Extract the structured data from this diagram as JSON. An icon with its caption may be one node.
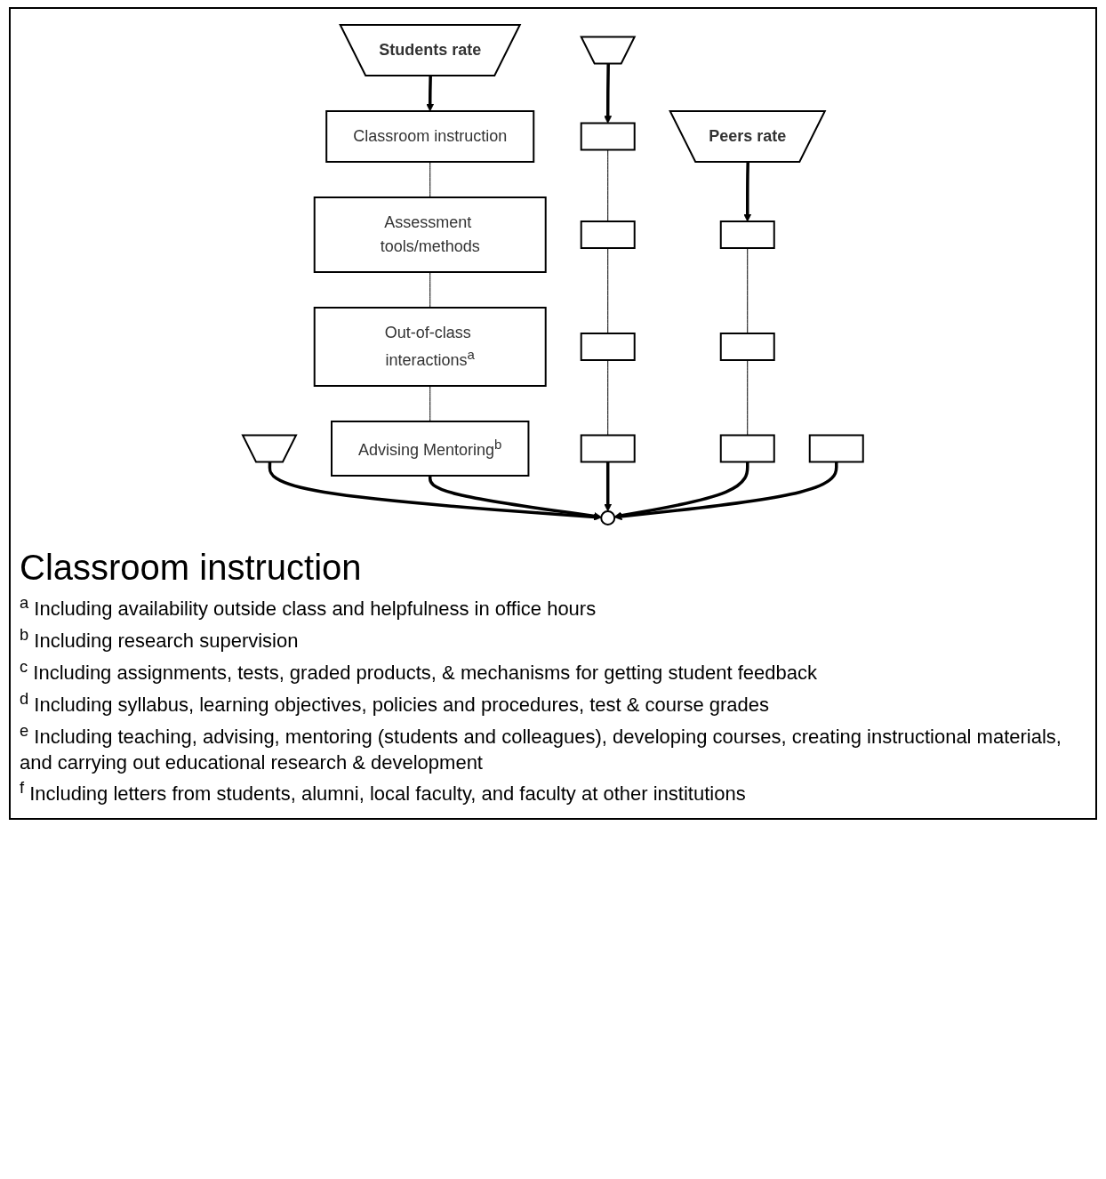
{
  "diagram": {
    "nodes": [
      {
        "text": [
          "Students rate"
        ]
      },
      {
        "text": [],
        "shape": "trapezoid"
      },
      {
        "text": [
          "Peers rate"
        ]
      },
      {
        "text": [],
        "shape": "trapezoid"
      },
      {
        "text": [
          "Classroom instruction"
        ]
      },
      {
        "text": [
          "Assessment tools/methods"
        ]
      },
      {
        "text": [
          "Out-of-class interactions$^{a}$"
        ]
      },
      {
        "text": [
          "Advising Mentoring$^{b}$"
        ]
      },
      {
        "text": [],
        "shape": "box"
      },
      {
        "text": [],
        "shape": "box"
      },
      {
        "text": [],
        "shape": "box"
      },
      {
        "text": [],
        "shape": "box"
      },
      {
        "text": [],
        "shape": "box"
      },
      {
        "text": [],
        "shape": "box"
      },
      {
        "text": [],
        "shape": "box"
      },
      {
        "text": [],
        "shape": "circle"
      },
      {
        "text": [],
        "shape": "box"
      }
    ],
    "edges": [
      {
        "from": 0,
        "to": 4,
        "arrow": "to",
        "style": "thick"
      },
      {
        "from": 4,
        "to": 5,
        "arrow": "none"
      },
      {
        "from": 5,
        "to": 6,
        "arrow": "none"
      },
      {
        "from": 6,
        "to": 7,
        "arrow": "none"
      },
      {
        "from": 1,
        "to": 8,
        "arrow": "to",
        "style": "thick"
      },
      {
        "from": 8,
        "to": 9,
        "arrow": "none"
      },
      {
        "from": 9,
        "to": 10,
        "arrow": "none"
      },
      {
        "from": 10,
        "to": 11,
        "arrow": "none"
      },
      {
        "from": 2,
        "to": 12,
        "arrow": "to",
        "style": "thick"
      },
      {
        "from": 12,
        "to": 13,
        "arrow": "none"
      },
      {
        "from": 13,
        "to": 14,
        "arrow": "none"
      },
      {
        "from": 3,
        "to": 15,
        "arrow": "to",
        "style": "thick"
      },
      {
        "from": 7,
        "to": 15,
        "arrow": "to",
        "style": "thick"
      },
      {
        "from": 11,
        "to": 15,
        "arrow": "to",
        "style": "thick"
      },
      {
        "from": 14,
        "to": 15,
        "arrow": "to",
        "style": "thick"
      },
      {
        "from": 16,
        "to": 15,
        "arrow": "to",
        "style": "thick"
      }
    ],
    "labels": [
      "Classroom instruction",
      "$^{a}$ Including availability outside class and helpfulness in office hours",
      "$^{b}$ Including research supervision",
      "$^{c}$ Including assignments, tests, graded products, & mechanisms for getting student feedback",
      "$^{d}$ Including syllabus, learning objectives, policies and procedures, test & course grades",
      "$^{e}$ Including teaching, advising, mentoring (students and colleagues), developing courses, creating instructional materials, and carrying out educational research & development",
      "$^{f}$ Including letters from students, alumni, local faculty, and faculty at other institutions"
    ]
  }
}
